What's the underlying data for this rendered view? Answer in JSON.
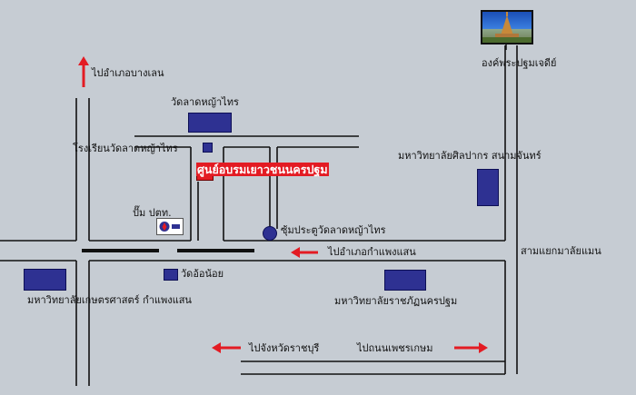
{
  "colors": {
    "background": "#c6ccd3",
    "road": "#ffffff",
    "road_edge": "#111111",
    "building": "#2e3192",
    "highlight": "#e31b23",
    "arrow": "#e31b23"
  },
  "labels": {
    "north_road": "ไปอำเภอบางเลน",
    "wat_lat_ya_sai": "วัดลาดหญ้าไทร",
    "school": "โรงเรียนวัดลาดหญ้าไทร",
    "training_center": "ศูนย์อบรมเยาวชนนครปฐม",
    "gas_station": "ปั๊ม ปตท.",
    "junction_gate": "ซุ้มประตูวัดลาดหญ้าไทร",
    "to_kamphaeng_saen": "ไปอำเภอกำแพงแสน",
    "wat_on_noi": "วัดอ้อน้อย",
    "kasetsart_univ": "มหาวิทยาลัยเกษตรศาสตร์ กำแพงแสน",
    "rajabhat_univ": "มหาวิทยาลัยราชภัฏนครปฐม",
    "silpakorn_univ": "มหาวิทยาลัยศิลปากร สนามจันทร์",
    "phra_pathom": "องค์พระปฐมเจดีย์",
    "intersection": "สามแยกมาลัยแมน",
    "to_ratchaburi": "ไปจังหวัดราชบุรี",
    "to_phetkasem": "ไปถนนเพชรเกษม"
  },
  "icons": {
    "photo": "chedi-photo-icon",
    "gas": "ptt-gas-station-icon",
    "junction": "gate-marker-icon"
  }
}
